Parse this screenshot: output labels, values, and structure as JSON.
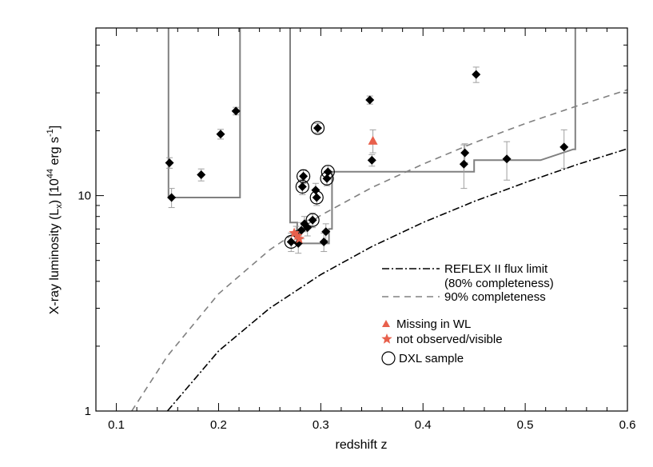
{
  "chart_data": {
    "type": "scatter",
    "xlabel": "redshift z",
    "ylabel": "X-ray luminosity (Lx) [10^44 erg s^-1]",
    "ylabel_parts": {
      "main": "X-ray luminosity (L",
      "sub_x": "x",
      "mid": ") [10",
      "sup_exp": "44",
      "unit": " erg s",
      "sup_neg": "-1",
      "end": "]"
    },
    "xlim": [
      0.08,
      0.6
    ],
    "ylim": [
      1,
      60
    ],
    "yscale": "log",
    "xticks": [
      0.1,
      0.2,
      0.3,
      0.4,
      0.5,
      0.6
    ],
    "xtick_labels": [
      "0.1",
      "0.2",
      "0.3",
      "0.4",
      "0.5",
      "0.6"
    ],
    "yticks": [
      1,
      10
    ],
    "ytick_labels": [
      "1",
      "10"
    ],
    "grid": false,
    "legend_position": "bottom-right",
    "legend": {
      "reflex": "REFLEX II flux limit",
      "reflex_2": "(80% completeness)",
      "completeness90": "90% completeness",
      "missing": "Missing in WL",
      "notobs": "not observed/visible",
      "dxl": "DXL sample"
    },
    "colors": {
      "marker": "#000000",
      "highlight": "#e8604c",
      "selection": "#808080",
      "errorbar": "#a0a0a0"
    },
    "clusters": [
      {
        "z": 0.152,
        "lx": 14.2,
        "err": 0.8
      },
      {
        "z": 0.154,
        "lx": 9.8,
        "err": 1.0
      },
      {
        "z": 0.183,
        "lx": 12.5,
        "err": 0.8
      },
      {
        "z": 0.202,
        "lx": 19.3,
        "err": 1.0
      },
      {
        "z": 0.217,
        "lx": 24.7,
        "err": 1.0
      },
      {
        "z": 0.271,
        "lx": 6.1,
        "err": 0.6,
        "dxl": true
      },
      {
        "z": 0.276,
        "lx": 6.6,
        "err": 0.6
      },
      {
        "z": 0.278,
        "lx": 6.0,
        "err": 0.6
      },
      {
        "z": 0.281,
        "lx": 6.9,
        "err": 0.6
      },
      {
        "z": 0.282,
        "lx": 11.0,
        "err": 0.9,
        "dxl": true
      },
      {
        "z": 0.283,
        "lx": 12.3,
        "err": 0.9,
        "dxl": true
      },
      {
        "z": 0.284,
        "lx": 7.4,
        "err": 0.6
      },
      {
        "z": 0.287,
        "lx": 7.1,
        "err": 0.6
      },
      {
        "z": 0.292,
        "lx": 7.7,
        "err": 0.6,
        "dxl": true
      },
      {
        "z": 0.295,
        "lx": 10.6,
        "err": 0.8
      },
      {
        "z": 0.296,
        "lx": 9.8,
        "err": 0.8,
        "dxl": true
      },
      {
        "z": 0.297,
        "lx": 20.6,
        "err": 1.0,
        "dxl": true
      },
      {
        "z": 0.303,
        "lx": 6.1,
        "err": 0.6
      },
      {
        "z": 0.305,
        "lx": 6.8,
        "err": 0.6
      },
      {
        "z": 0.306,
        "lx": 12.0,
        "err": 0.9,
        "dxl": true
      },
      {
        "z": 0.307,
        "lx": 12.9,
        "err": 0.9,
        "dxl": true
      },
      {
        "z": 0.348,
        "lx": 27.8,
        "err": 1.2
      },
      {
        "z": 0.35,
        "lx": 14.6,
        "err": 0.9
      },
      {
        "z": 0.44,
        "lx": 14.0,
        "err": 3.2
      },
      {
        "z": 0.441,
        "lx": 15.8,
        "err": 1.6
      },
      {
        "z": 0.452,
        "lx": 36.5,
        "err": 3.0
      },
      {
        "z": 0.482,
        "lx": 14.8,
        "err": 3.0
      },
      {
        "z": 0.538,
        "lx": 16.8,
        "err": 3.4
      }
    ],
    "missing_in_wl": [
      {
        "z": 0.351,
        "lx": 18.0,
        "err": 2.2
      }
    ],
    "not_observed": [
      {
        "z": 0.274,
        "lx": 6.7
      },
      {
        "z": 0.277,
        "lx": 6.5
      },
      {
        "z": 0.279,
        "lx": 6.3
      }
    ],
    "selection_boxes": [
      [
        [
          0.151,
          60
        ],
        [
          0.151,
          9.8
        ],
        [
          0.221,
          9.8
        ],
        [
          0.221,
          60
        ]
      ],
      [
        [
          0.27,
          60
        ],
        [
          0.27,
          7.5
        ],
        [
          0.277,
          7.5
        ],
        [
          0.277,
          6.0
        ],
        [
          0.308,
          6.0
        ],
        [
          0.308,
          7.0
        ],
        [
          0.311,
          7.0
        ],
        [
          0.311,
          12.9
        ],
        [
          0.45,
          12.9
        ],
        [
          0.45,
          14.6
        ],
        [
          0.515,
          14.6
        ],
        [
          0.547,
          16.4
        ],
        [
          0.549,
          16.4
        ],
        [
          0.549,
          60
        ]
      ]
    ],
    "curves": {
      "reflex_flux_limit": {
        "x": [
          0.15,
          0.2,
          0.25,
          0.3,
          0.35,
          0.4,
          0.45,
          0.5,
          0.55,
          0.6
        ],
        "y": [
          1.0,
          1.9,
          3.0,
          4.3,
          5.8,
          7.5,
          9.4,
          11.5,
          13.9,
          16.5
        ]
      },
      "completeness_90": {
        "x": [
          0.115,
          0.15,
          0.2,
          0.25,
          0.3,
          0.35,
          0.4,
          0.45,
          0.5,
          0.55,
          0.6
        ],
        "y": [
          1.0,
          1.8,
          3.5,
          5.6,
          8.1,
          10.9,
          14.0,
          17.6,
          21.6,
          26.0,
          31.0
        ]
      }
    }
  }
}
